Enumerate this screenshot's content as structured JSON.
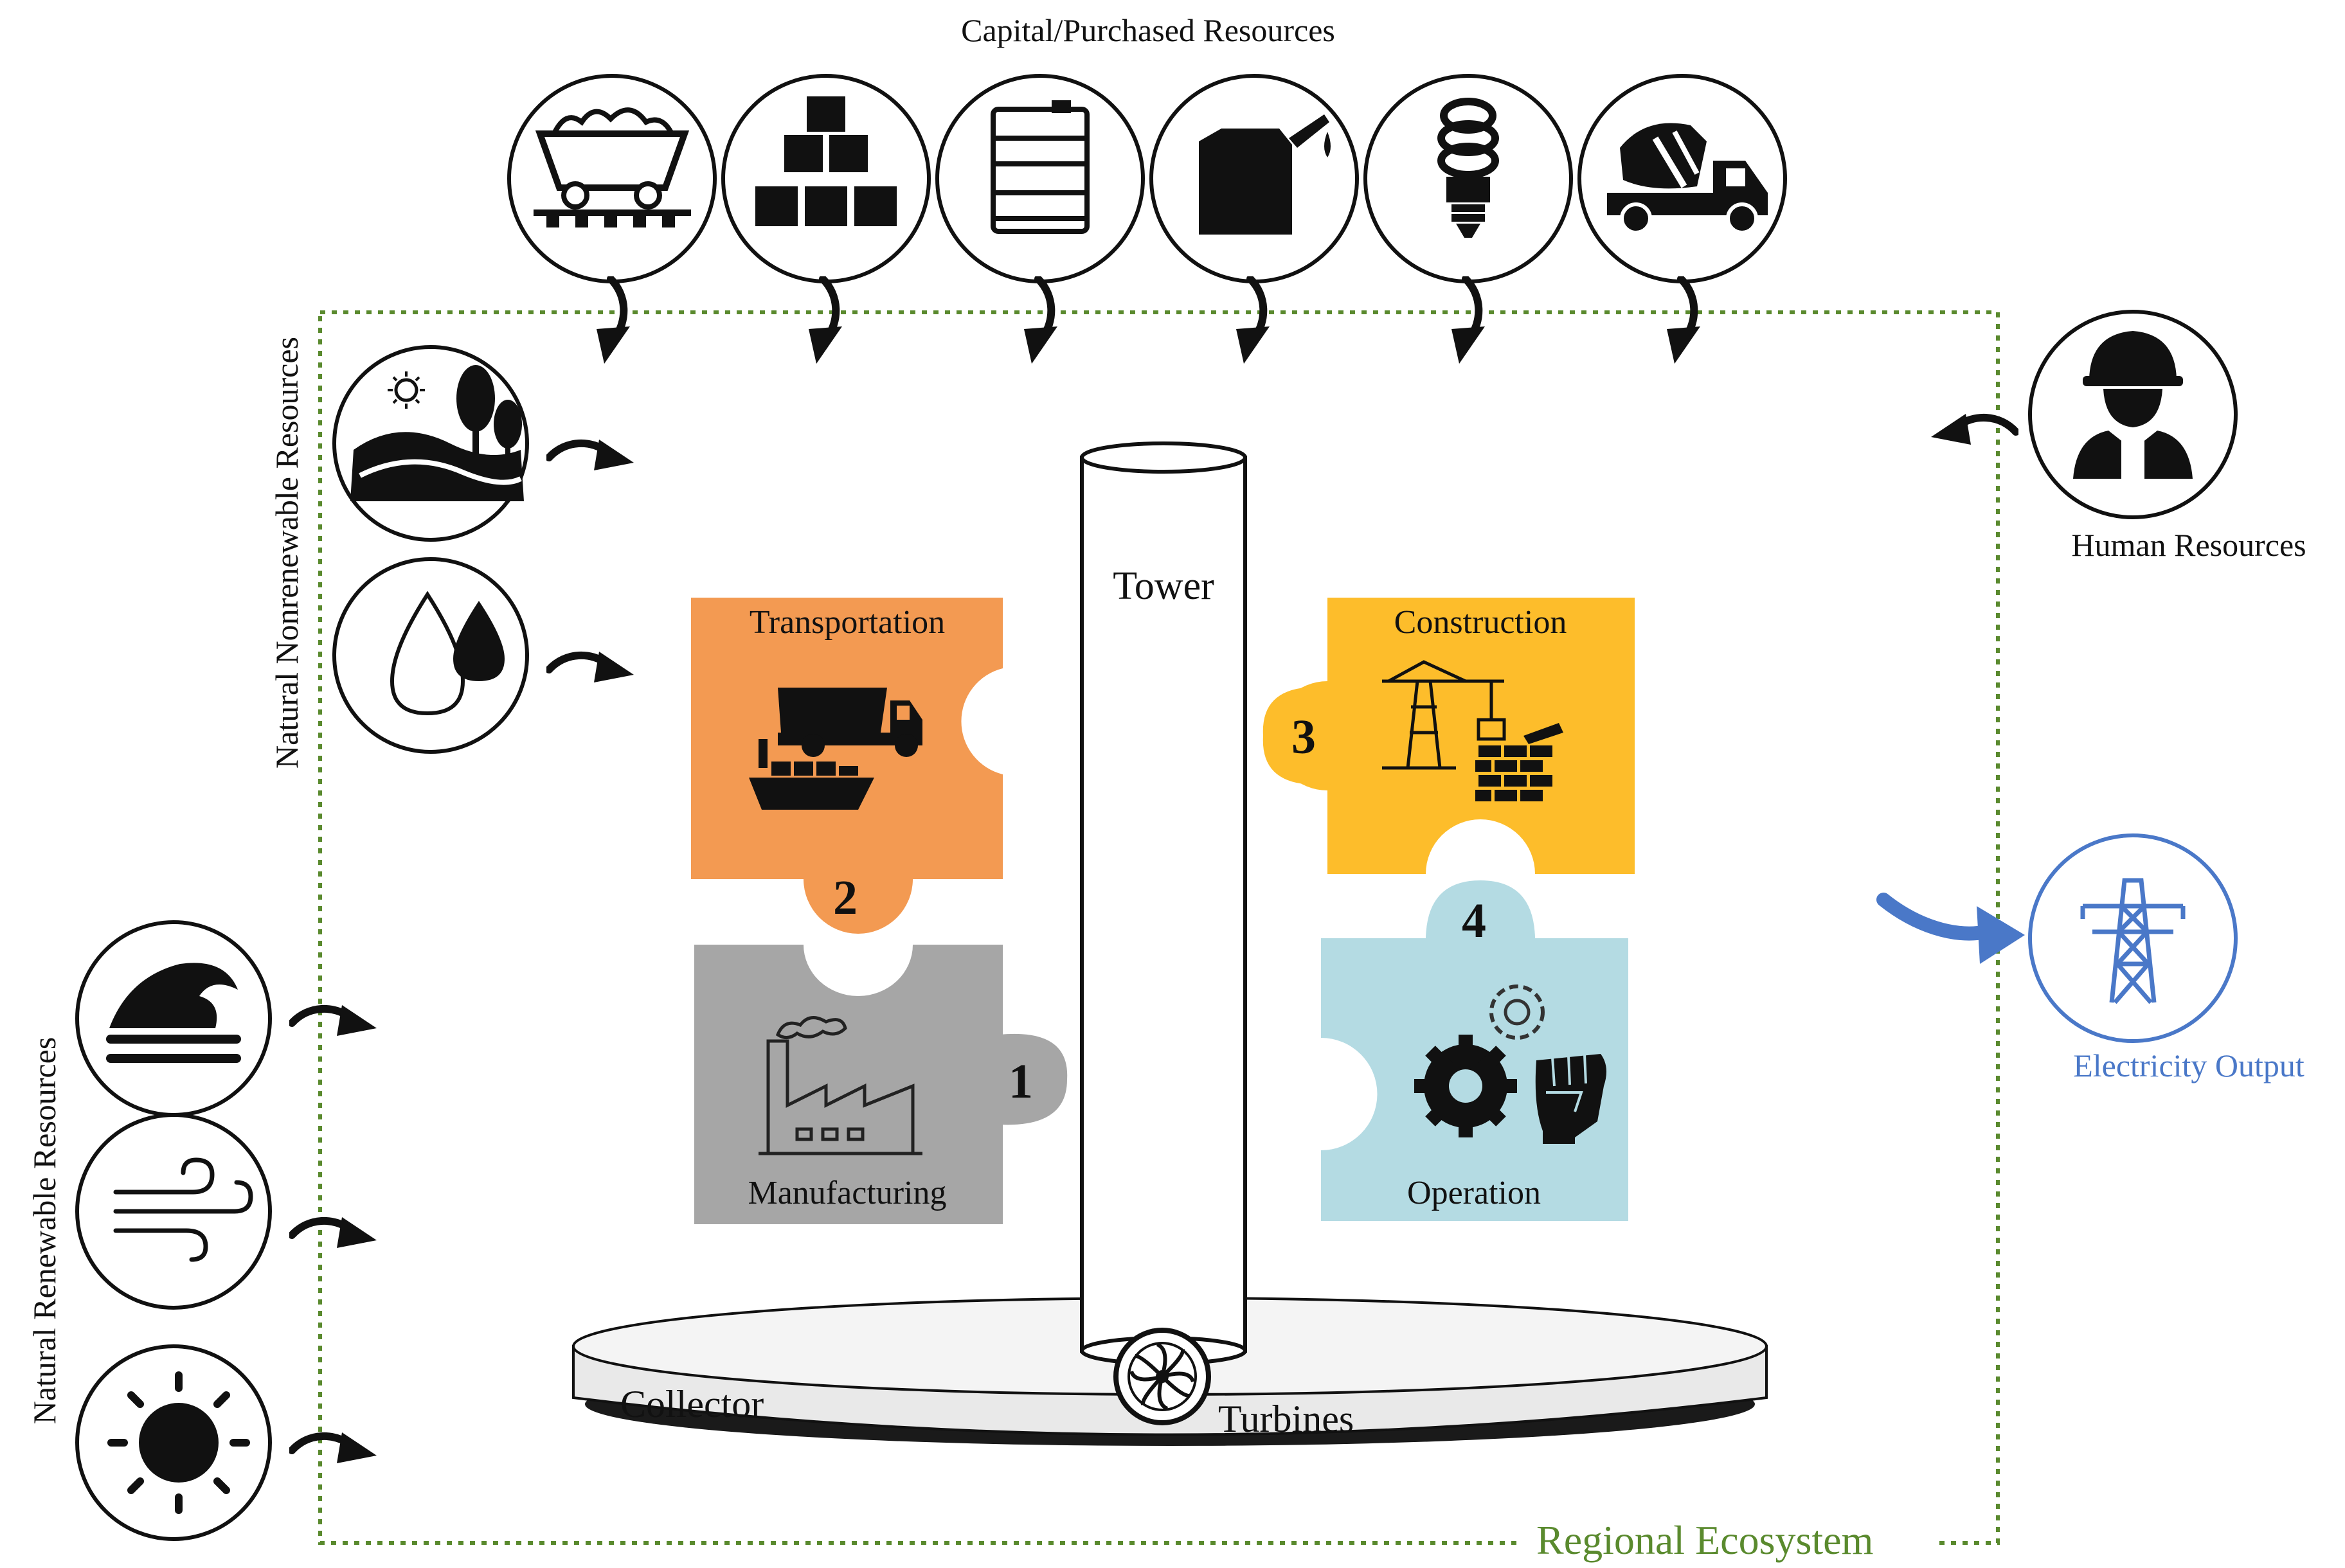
{
  "labels": {
    "capital": "Capital/Purchased Resources",
    "nonrenewable": "Natural Nonrenewable Resources",
    "renewable": "Natural Renewable Resources",
    "human": "Human Resources",
    "electricity": "Electricity Output",
    "ecosystem": "Regional Ecosystem",
    "tower": "Tower",
    "collector": "Collector",
    "turbines": "Turbines"
  },
  "stages": [
    {
      "number": "1",
      "label": "Manufacturing",
      "color": "#a6a6a6"
    },
    {
      "number": "2",
      "label": "Transportation",
      "color": "#f39a52"
    },
    {
      "number": "3",
      "label": "Construction",
      "color": "#fdbd2b"
    },
    {
      "number": "4",
      "label": "Operation",
      "color": "#b4dbe3"
    }
  ],
  "icons": {
    "capital": [
      "mine-cart-icon",
      "boxes-icon",
      "barrel-icon",
      "fuel-can-icon",
      "light-bulb-icon",
      "concrete-mixer-icon"
    ],
    "nonrenewable": [
      "landscape-icon",
      "water-drops-icon"
    ],
    "renewable": [
      "ocean-wave-icon",
      "wind-icon",
      "sun-icon"
    ],
    "human": "worker-icon",
    "electricity": "transmission-tower-icon"
  },
  "colors": {
    "ecosystem_border": "#5a8a2e",
    "ecosystem_text": "#5a8a2e",
    "electricity": "#4a78c8",
    "arrow": "#111111"
  }
}
